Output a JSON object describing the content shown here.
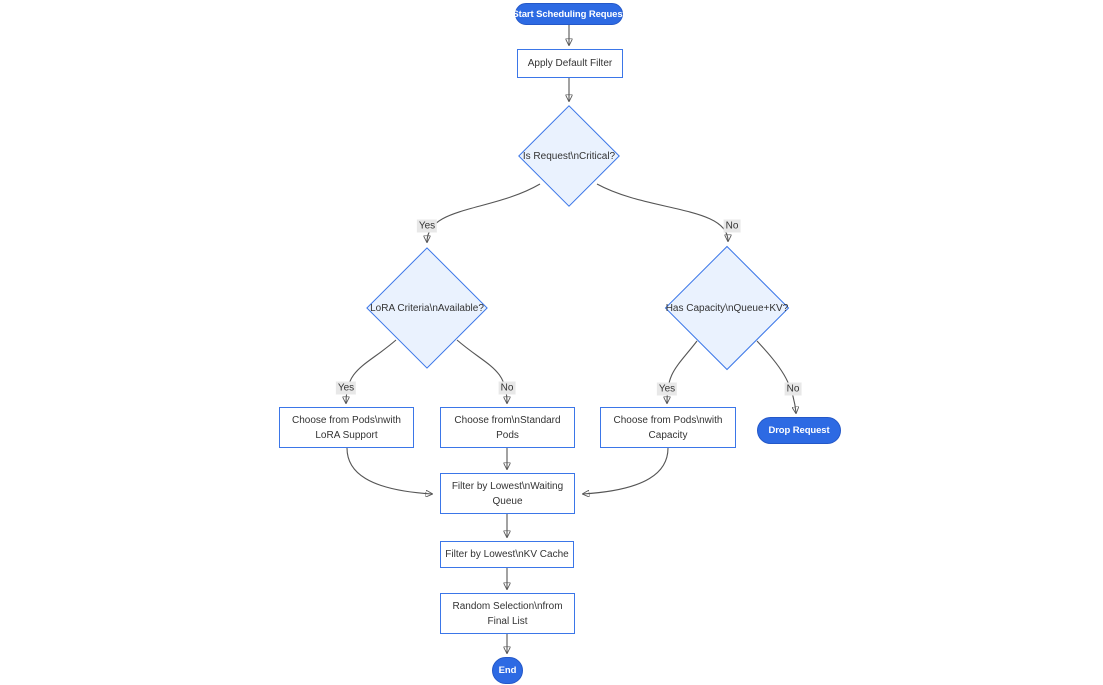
{
  "diagram": {
    "type": "flowchart",
    "direction": "top-down",
    "nodes": {
      "start": {
        "shape": "stadium",
        "label": "Start Scheduling Request"
      },
      "apply_filter": {
        "shape": "rect",
        "label": "Apply Default Filter"
      },
      "is_critical": {
        "shape": "diamond",
        "label": "Is Request\\nCritical?"
      },
      "lora_criteria": {
        "shape": "diamond",
        "label": "LoRA Criteria\\nAvailable?"
      },
      "has_capacity": {
        "shape": "diamond",
        "label": "Has Capacity\\nQueue+KV?"
      },
      "choose_lora": {
        "shape": "rect",
        "label": "Choose from Pods\\nwith LoRA Support"
      },
      "choose_standard": {
        "shape": "rect",
        "label": "Choose from\\nStandard Pods"
      },
      "choose_capacity": {
        "shape": "rect",
        "label": "Choose from Pods\\nwith Capacity"
      },
      "drop_request": {
        "shape": "stadium",
        "label": "Drop Request"
      },
      "filter_queue": {
        "shape": "rect",
        "label": "Filter by Lowest\\nWaiting Queue"
      },
      "filter_kv": {
        "shape": "rect",
        "label": "Filter by Lowest\\nKV Cache"
      },
      "random_selection": {
        "shape": "rect",
        "label": "Random Selection\\nfrom Final List"
      },
      "end": {
        "shape": "stadium",
        "label": "End"
      }
    },
    "edges": [
      {
        "from": "start",
        "to": "apply_filter",
        "label": ""
      },
      {
        "from": "apply_filter",
        "to": "is_critical",
        "label": ""
      },
      {
        "from": "is_critical",
        "to": "lora_criteria",
        "label": "Yes"
      },
      {
        "from": "is_critical",
        "to": "has_capacity",
        "label": "No"
      },
      {
        "from": "lora_criteria",
        "to": "choose_lora",
        "label": "Yes"
      },
      {
        "from": "lora_criteria",
        "to": "choose_standard",
        "label": "No"
      },
      {
        "from": "has_capacity",
        "to": "choose_capacity",
        "label": "Yes"
      },
      {
        "from": "has_capacity",
        "to": "drop_request",
        "label": "No"
      },
      {
        "from": "choose_lora",
        "to": "filter_queue",
        "label": ""
      },
      {
        "from": "choose_standard",
        "to": "filter_queue",
        "label": ""
      },
      {
        "from": "choose_capacity",
        "to": "filter_queue",
        "label": ""
      },
      {
        "from": "filter_queue",
        "to": "filter_kv",
        "label": ""
      },
      {
        "from": "filter_kv",
        "to": "random_selection",
        "label": ""
      },
      {
        "from": "random_selection",
        "to": "end",
        "label": ""
      }
    ]
  },
  "colors": {
    "primary_fill": "#2d6ae3",
    "primary_border": "#2458c8",
    "node_border": "#3b76e8",
    "node_fill": "#ffffff",
    "decision_fill": "#eaf2fe",
    "text_dark": "#333333",
    "text_light": "#ffffff",
    "edge_line": "#555555",
    "edge_label_bg": "#e8e8e8"
  }
}
